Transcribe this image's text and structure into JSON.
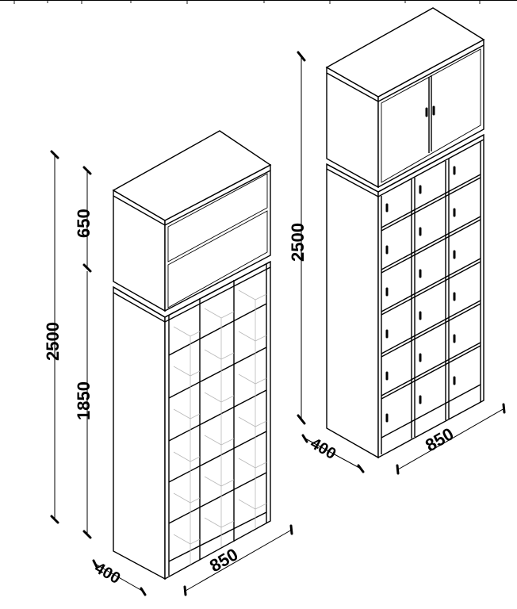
{
  "left_cabinet": {
    "total_height": "2500",
    "top_height": "650",
    "bottom_height": "1850",
    "width": "850",
    "depth": "400"
  },
  "right_cabinet": {
    "total_height": "2500",
    "width": "850",
    "depth": "400"
  }
}
